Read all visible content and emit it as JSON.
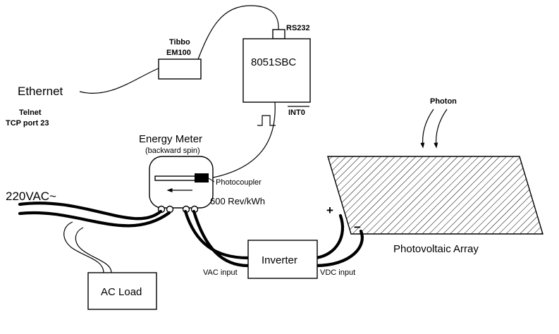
{
  "labels": {
    "ethernet": "Ethernet",
    "telnet1": "Telnet",
    "telnet2": "TCP port 23",
    "tibbo1": "Tibbo",
    "tibbo2": "EM100",
    "rs232": "RS232",
    "sbc": "8051SBC",
    "int0": "INT0",
    "meter_title": "Energy Meter",
    "meter_sub": "(backward spin)",
    "photocoupler": "Photocoupler",
    "rev": "600 Rev/kWh",
    "mains": "220VAC~",
    "ac_load": "AC Load",
    "inverter": "Inverter",
    "vac_input": "VAC input",
    "vdc_input": "VDC input",
    "plus": "+",
    "minus": "−",
    "photon": "Photon",
    "pv": "Photovoltaic Array"
  },
  "colors": {
    "line": "#000000",
    "background": "#ffffff",
    "photocoupler_block": "#000000"
  }
}
